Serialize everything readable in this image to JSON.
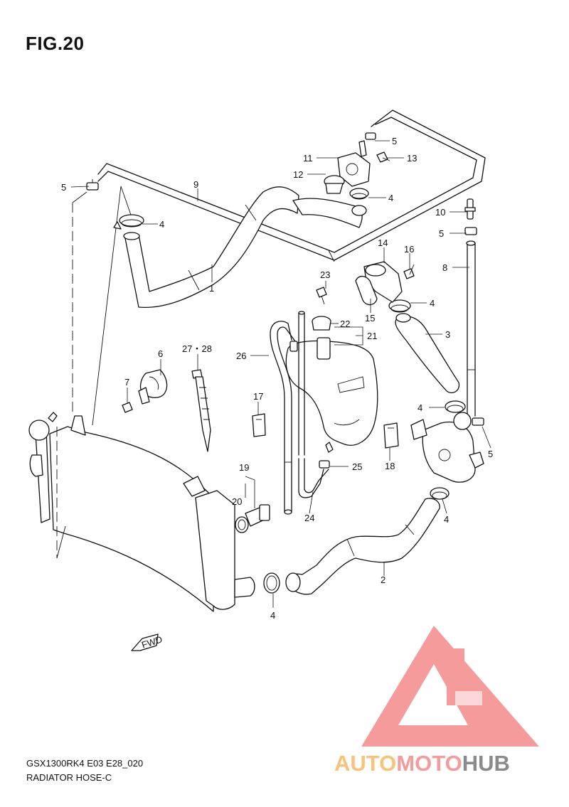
{
  "figure": {
    "title": "FIG.20"
  },
  "footer": {
    "model_code": "GSX1300RK4 E03 E28_020",
    "section_name": "RADIATOR HOSE-C"
  },
  "callouts": {
    "c1": "1",
    "c2": "2",
    "c3": "3",
    "c4a": "4",
    "c4b": "4",
    "c4c": "4",
    "c4d": "4",
    "c4e": "4",
    "c4f": "4",
    "c5a": "5",
    "c5b": "5",
    "c5c": "5",
    "c5d": "5",
    "c6": "6",
    "c7": "7",
    "c8": "8",
    "c9": "9",
    "c10": "10",
    "c11": "11",
    "c12": "12",
    "c13": "13",
    "c14": "14",
    "c15": "15",
    "c16": "16",
    "c17": "17",
    "c18": "18",
    "c19": "19",
    "c20": "20",
    "c21": "21",
    "c22": "22",
    "c23": "23",
    "c24": "24",
    "c25": "25",
    "c26": "26",
    "c2728": "27・28"
  },
  "fwd_tag": "FWD",
  "watermark": {
    "part1": "AUTO",
    "part2": "MOTO",
    "part3": "HUB",
    "colors": {
      "logo": "#f59b9b",
      "auto": "#f7c27a",
      "moto": "#f59b9b",
      "hub": "#8a8a8a"
    }
  }
}
